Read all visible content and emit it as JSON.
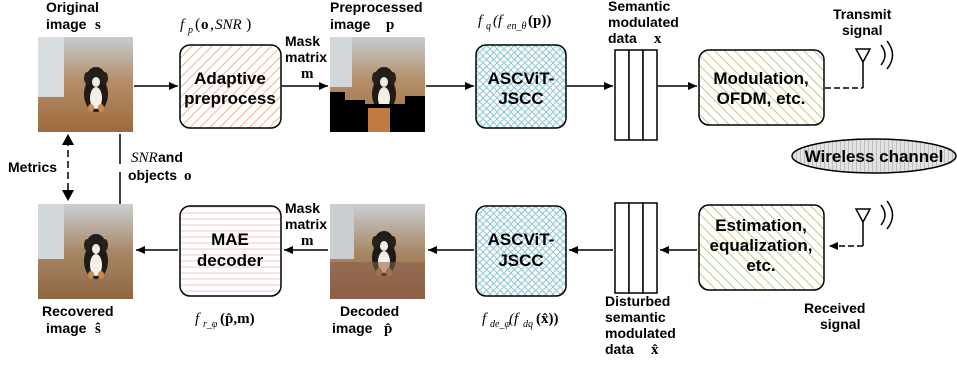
{
  "top_row": {
    "original_image": {
      "line1": "Original",
      "line2": "image",
      "symbol": "s"
    },
    "preprocess_func": {
      "f": "f",
      "sub": "p",
      "args_pre": "(",
      "arg1": "o",
      "comma": ",",
      "arg2": "SNR",
      "args_post": ")"
    },
    "adaptive_box": {
      "line1": "Adaptive",
      "line2": "preprocess"
    },
    "mask_top": {
      "line1": "Mask",
      "line2": "matrix",
      "symbol": "m"
    },
    "preprocessed_image": {
      "line1": "Preprocessed",
      "line2": "image",
      "symbol": "p"
    },
    "encoder_func": {
      "f": "f",
      "sub": "q",
      "mid": "(f",
      "sub2": "en_θ",
      "arg": "(p))"
    },
    "encoder_box": {
      "line1": "ASCViT-",
      "line2": "JSCC"
    },
    "semantic_data": {
      "line1": "Semantic",
      "line2": "modulated",
      "line3": "data",
      "symbol": "x"
    },
    "modulation_box": {
      "line1": "Modulation,",
      "line2": "OFDM, etc."
    },
    "transmit": {
      "line1": "Transmit",
      "line2": "signal"
    }
  },
  "channel": {
    "label": "Wireless channel"
  },
  "side": {
    "metrics": "Metrics",
    "feedback": {
      "snr": "SNR",
      "and": " and",
      "objects": "objects",
      "symbol": "o"
    }
  },
  "bottom_row": {
    "recovered_image": {
      "line1": "Recovered",
      "line2": "image",
      "symbol": "ŝ"
    },
    "recon_func": {
      "f": "f",
      "sub": "r_φ",
      "args": "(p̂,m)"
    },
    "mae_box": {
      "line1": "MAE",
      "line2": "decoder"
    },
    "mask_bottom": {
      "line1": "Mask",
      "line2": "matrix",
      "symbol": "m"
    },
    "decoded_image": {
      "line1": "Decoded",
      "line2": "image",
      "symbol": "p̂"
    },
    "decoder_func": {
      "f": "f",
      "sub": "de_φ",
      "mid": "(f",
      "sub2": "dq",
      "arg": "(x̂))"
    },
    "decoder_box": {
      "line1": "ASCViT-",
      "line2": "JSCC"
    },
    "disturbed_data": {
      "line1": "Disturbed",
      "line2": "semantic",
      "line3": "modulated",
      "line4": "data",
      "symbol": "x̂"
    },
    "estimation_box": {
      "line1": "Estimation,",
      "line2": "equalization,",
      "line3": "etc."
    },
    "received": {
      "line1": "Received",
      "line2": "signal"
    }
  },
  "colors": {
    "orange_hatch": "#f2b48a",
    "blue_hatch": "#8cc5d8",
    "green_hatch": "#b6cf86",
    "pink_line": "#f0c6c6",
    "channel_fill": "#c8c8c8"
  }
}
